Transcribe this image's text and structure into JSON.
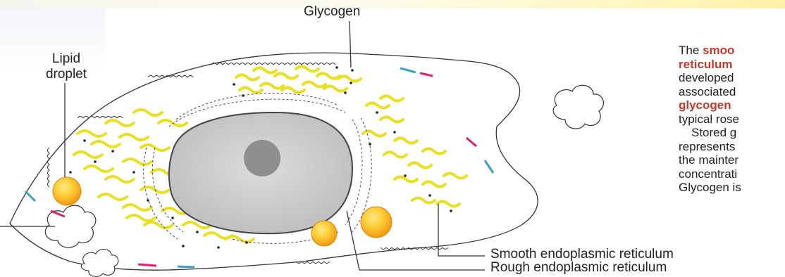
{
  "labels": {
    "glycogen": "Glycogen",
    "lipid_line1": "Lipid",
    "lipid_line2": "droplet",
    "smooth_er": "Smooth endoplasmic reticulum",
    "rough_er": "Rough endoplasmic reticulum"
  },
  "text": {
    "line1_prefix": "The ",
    "line1_highlight": "smoo",
    "line2_highlight": "reticulum",
    "line3": "developed",
    "line4": "associated",
    "line5_highlight": "glycogen",
    "line6": "typical rose",
    "line7": "Stored g",
    "line8": "represents",
    "line9": "the mainter",
    "line10": "concentrati",
    "line11": "Glycogen is"
  },
  "colors": {
    "highlight": "#c0392b",
    "er_yellow": "#e8e020",
    "lipid_orange": "#f4a81c",
    "nucleus": "#c8c8c8",
    "nucleolus": "#8e8e8e",
    "junction_pink": "#e0206e",
    "junction_blue": "#3aa0c8"
  }
}
